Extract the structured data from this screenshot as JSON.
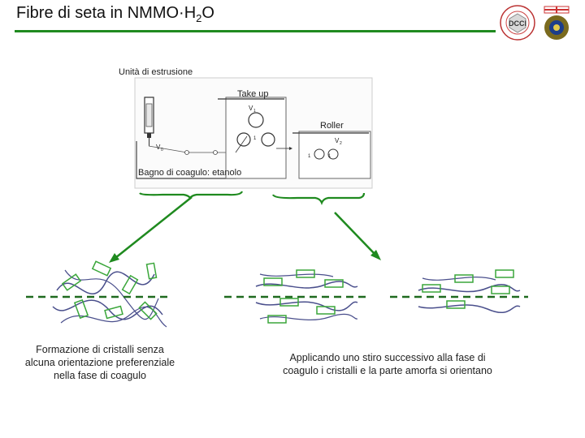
{
  "slide": {
    "title_main": "Fibre di seta in NMMO·H",
    "title_sub": "2",
    "title_end": "O"
  },
  "diagram": {
    "extrusion_label": "Unità di estrusione",
    "takeup_label": "Take up",
    "roller_label": "Roller",
    "bath_label": "Bagno di coagulo: etanolo",
    "v0": "V",
    "v0_sub": "0",
    "v1": "V",
    "v1_sub": "1",
    "v2": "V",
    "v2_sub": "2",
    "mark_1a": "1",
    "mark_1b": "1",
    "mark_1c": "1"
  },
  "logos": {
    "left_text": "DCCI",
    "left_ring_text": "Dipartimento di Chimica e Chimica Industriale"
  },
  "captions": {
    "left": "Formazione di cristalli senza alcuna orientazione preferenziale nella fase di coagulo",
    "right": "Applicando uno stiro successivo alla fase di coagulo i cristalli e la parte amorfa si orientano"
  },
  "colors": {
    "accent_green": "#1f8a1f",
    "crystal_green": "#3aa63a",
    "chain_blue": "#4a4f8c"
  }
}
